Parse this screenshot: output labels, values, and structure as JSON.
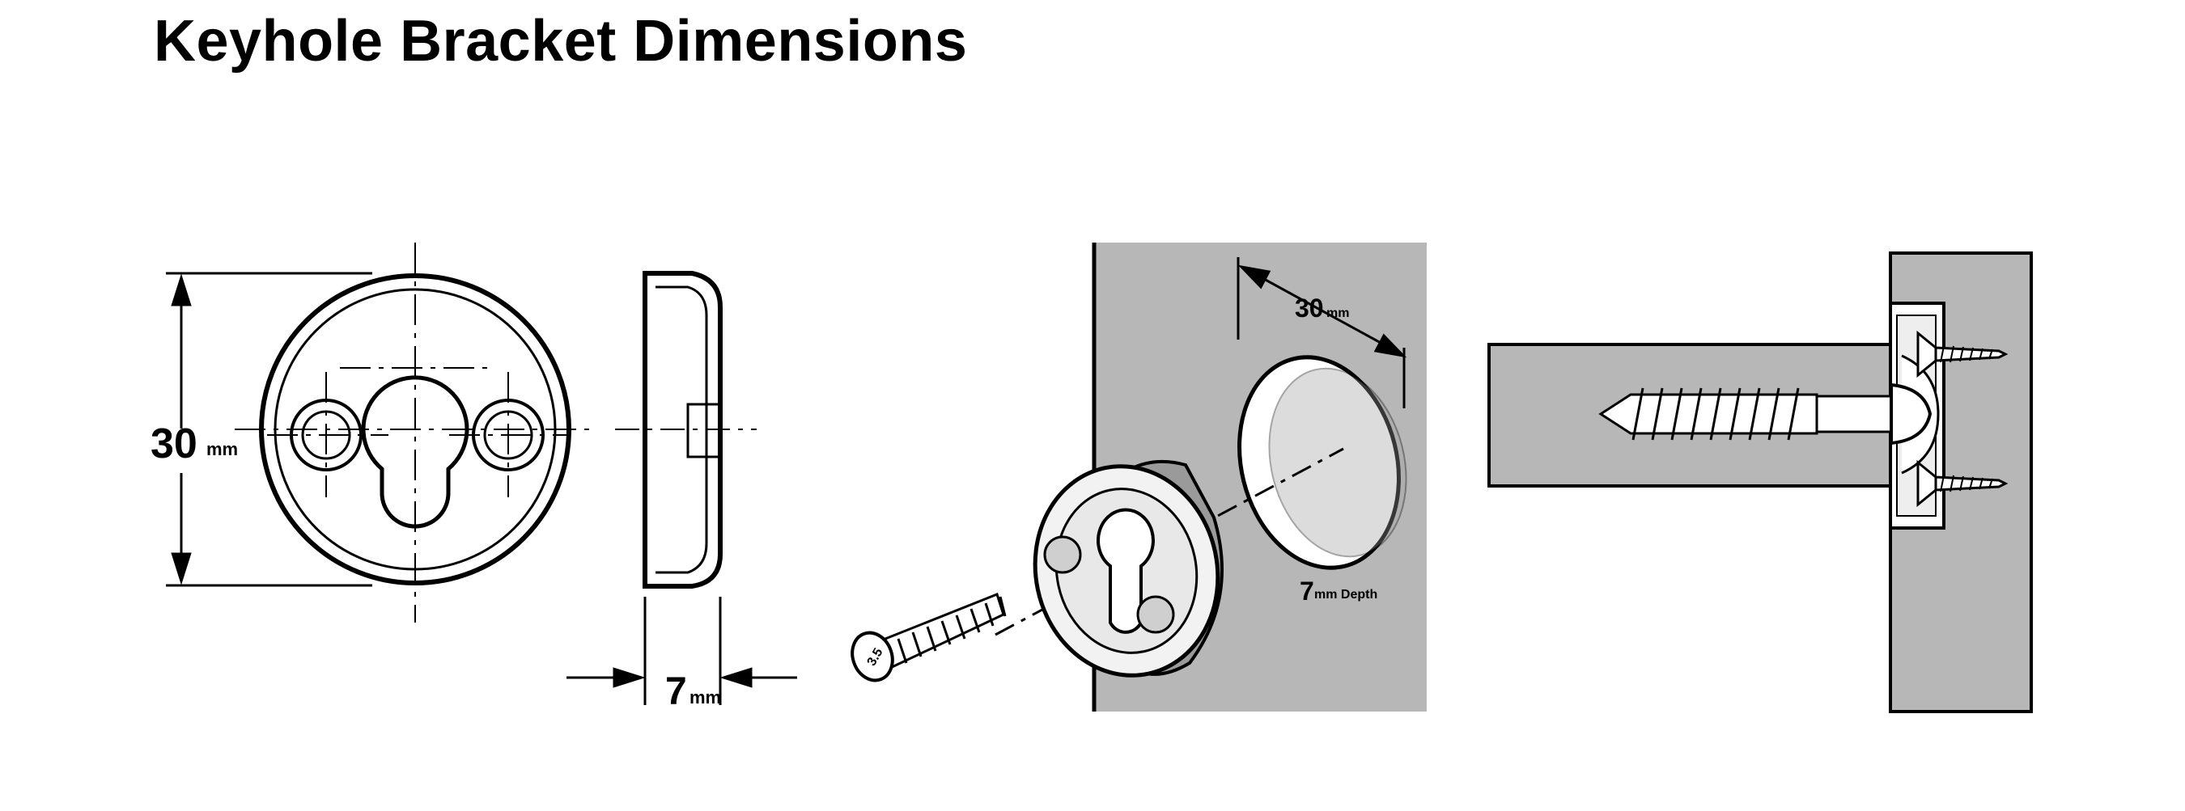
{
  "title": "Keyhole Bracket Dimensions",
  "labels": {
    "front_diameter_value": "30",
    "front_diameter_unit": "mm",
    "side_thickness_value": "7",
    "side_thickness_unit": "mm",
    "recess_diameter_value": "30",
    "recess_diameter_unit": "mm",
    "recess_depth_value": "7",
    "recess_depth_unit": "mm Depth",
    "screw_head_marking": "3.5"
  },
  "colors": {
    "line": "#000000",
    "wall_fill": "#b7b7b7",
    "background": "#ffffff"
  }
}
